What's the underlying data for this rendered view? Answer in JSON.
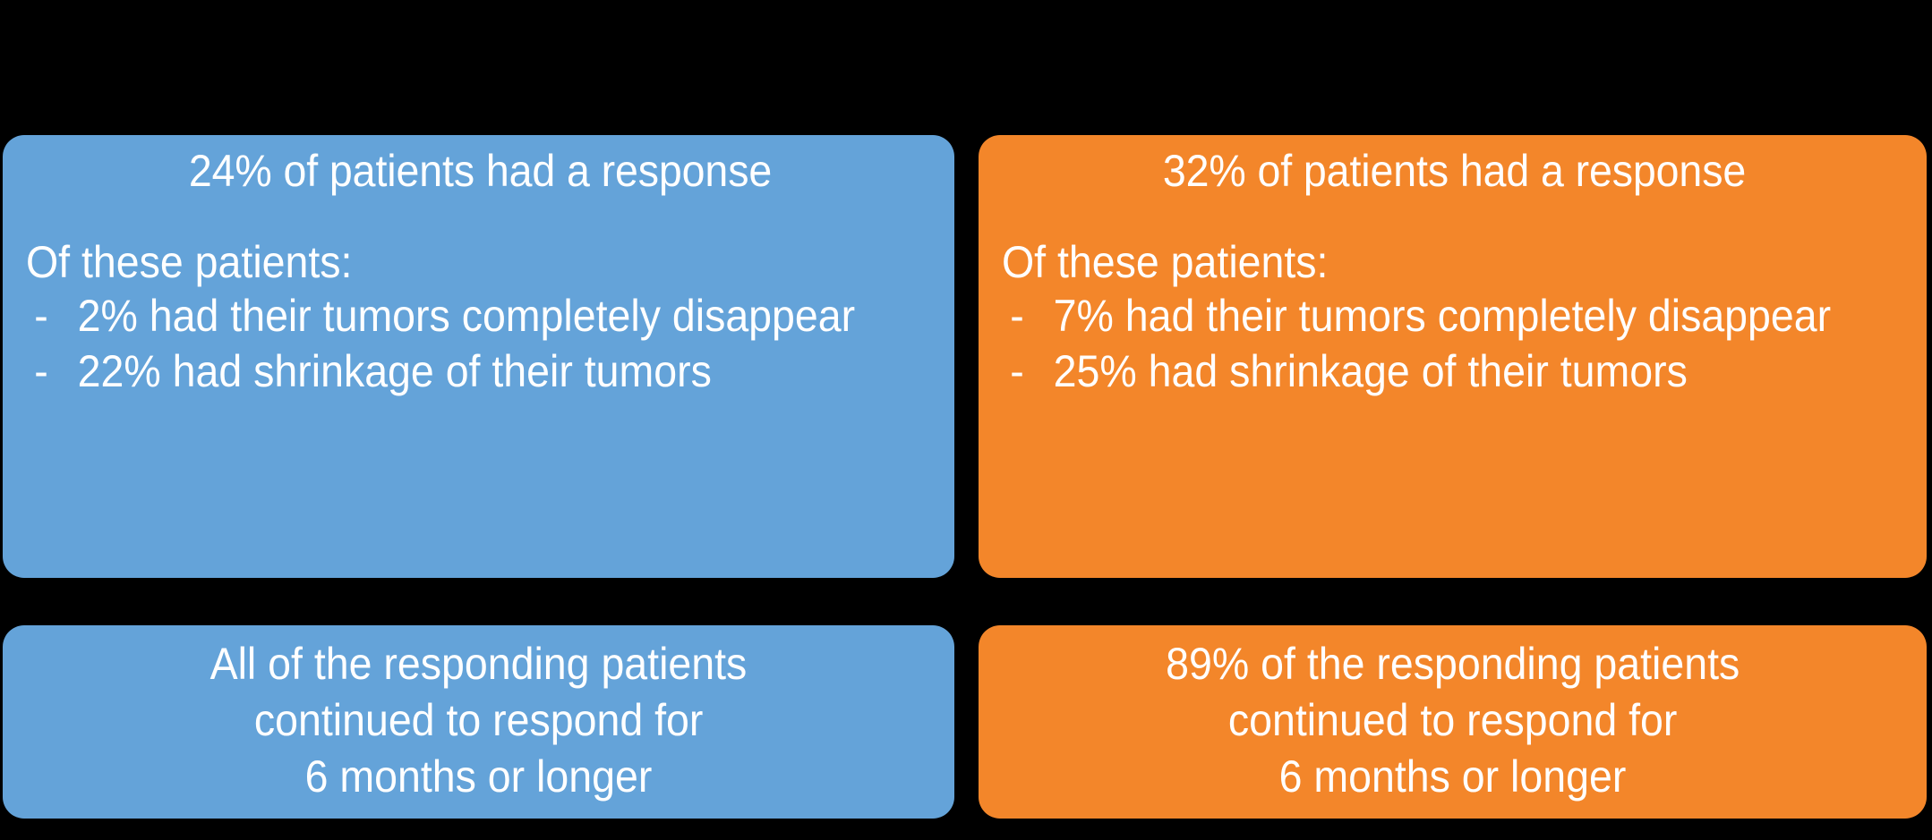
{
  "colors": {
    "background": "#000000",
    "blue": "#64A3D9",
    "orange": "#F3862A",
    "text": "#FFFFFF"
  },
  "cards": {
    "blue_response": {
      "headline": "24% of patients had a response",
      "lead": "Of these patients:",
      "bullets": [
        {
          "marker": "-",
          "text": "2% had their tumors completely disappear"
        },
        {
          "marker": "-",
          "text": "22% had shrinkage of their tumors"
        }
      ]
    },
    "orange_response": {
      "headline": "32% of patients had a response",
      "lead": "Of these patients:",
      "bullets": [
        {
          "marker": "-",
          "text": "7% had their tumors completely disappear"
        },
        {
          "marker": "-",
          "text": "25% had shrinkage of their tumors"
        }
      ]
    },
    "blue_duration": {
      "lines": [
        "All of the responding patients",
        "continued to respond for",
        "6 months or longer"
      ]
    },
    "orange_duration": {
      "lines": [
        "89% of the responding patients",
        "continued to respond for",
        "6 months or longer"
      ]
    }
  }
}
